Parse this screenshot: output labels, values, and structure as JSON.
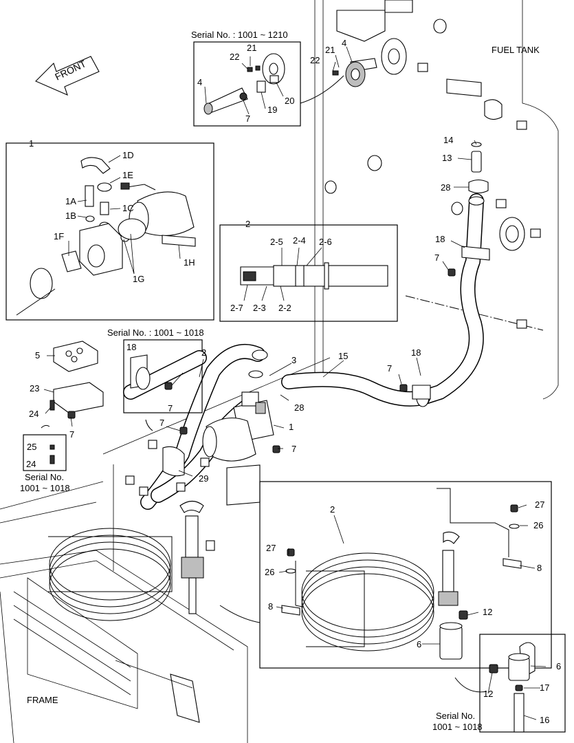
{
  "labels": {
    "fuel_tank": "FUEL TANK",
    "frame": "FRAME",
    "front": "FRONT",
    "serial_1001_1210": "Serial No. : 1001 ~ 1210",
    "serial_1001_1018_colon": "Serial No. : 1001 ~ 1018",
    "serial_no": "Serial No.",
    "serial_range_1018": "1001 ~ 1018"
  },
  "callouts": {
    "c1": "1",
    "c1A": "1A",
    "c1B": "1B",
    "c1C": "1C",
    "c1D": "1D",
    "c1E": "1E",
    "c1F": "1F",
    "c1G": "1G",
    "c1H": "1H",
    "c2": "2",
    "c2_2": "2-2",
    "c2_3": "2-3",
    "c2_4": "2-4",
    "c2_5": "2-5",
    "c2_6": "2-6",
    "c2_7": "2-7",
    "c3": "3",
    "c4": "4",
    "c5": "5",
    "c6": "6",
    "c7": "7",
    "c8": "8",
    "c12": "12",
    "c13": "13",
    "c14": "14",
    "c15": "15",
    "c16": "16",
    "c17": "17",
    "c18": "18",
    "c19": "19",
    "c20": "20",
    "c21": "21",
    "c22": "22",
    "c23": "23",
    "c24": "24",
    "c25": "25",
    "c26": "26",
    "c27": "27",
    "c28": "28",
    "c29": "29"
  }
}
